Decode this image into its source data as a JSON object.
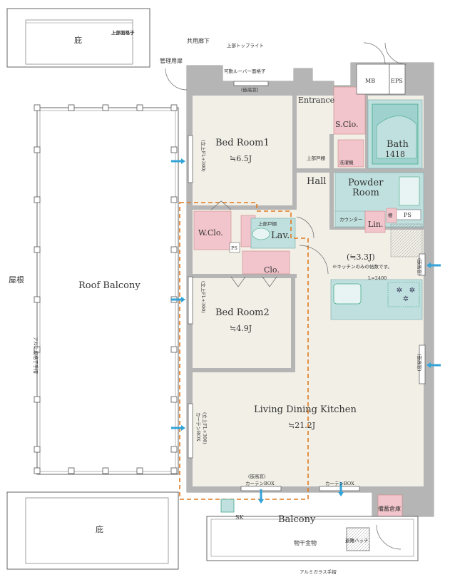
{
  "labels": {
    "niwa_top": "庇",
    "niwa_bottom": "庇",
    "jouhu_menkoushi": "上部面格子",
    "kyoyo_roka": "共用廊下",
    "jouhu_toplight": "上部トップライト",
    "kanri_tobira": "管理用扉",
    "kadou_louver": "可動ルーバー面格子",
    "fusakou_top": "(嵌高窓)",
    "entrance": "Entrance",
    "mb": "MB",
    "eps": "EPS",
    "s_clo": "S.Clo.",
    "bath": "Bath",
    "bath_size": "1418",
    "bed1": "Bed Room1",
    "bed1_area": "≒6.5J",
    "bed1_window": "(立上FL+300)",
    "jouhu_todana1": "上部戸棚",
    "hall": "Hall",
    "senzai": "洗濯機",
    "powder": "Powder",
    "powder2": "Room",
    "counter": "カウンター",
    "lin": "Lin.",
    "tana": "棚",
    "ps1": "PS",
    "wclo": "W.Clo.",
    "jouhu_todana2": "上部戸棚",
    "ps2": "PS",
    "lav": "Lav.",
    "clo": "Clo.",
    "kitchen_area": "(≒3.3J)",
    "kitchen_note": "※キッチンのみの帖数です。",
    "l_2400": "L=2400",
    "fusakou_right1": "(嵌高窓)",
    "fusakou_right2": "(嵌高窓)",
    "yane": "屋根",
    "roof_balcony": "Roof Balcony",
    "bed2": "Bed Room2",
    "bed2_area": "≒4.9J",
    "bed2_window": "(立上FL+300)",
    "alumi_teshiri": "アルミ縦格子手摺",
    "ldk": "Living Dining Kitchen",
    "ldk_area": "≒21.2J",
    "curtain_box_left": "カーテンBOX",
    "ldk_window": "(立上FL+300)",
    "fusakou_bottom": "(嵌高窓)",
    "curtain_box_mid": "カーテンBOX",
    "curtain_box_right": "カーテンBOX",
    "bichiku": "備蓄倉庫",
    "sk": "SK",
    "balcony": "Balcony",
    "monohoshi": "物干金物",
    "hinan": "避難ハッチ",
    "alumi_glass": "アルミガラス手摺"
  },
  "colors": {
    "wall": "#b5b5b5",
    "floor": "#f1efe6",
    "pink": "#f2c4cb",
    "aqua": "#bfe0de",
    "accent_dash": "#e07a1f",
    "window_arrow": "#33a3d8"
  }
}
